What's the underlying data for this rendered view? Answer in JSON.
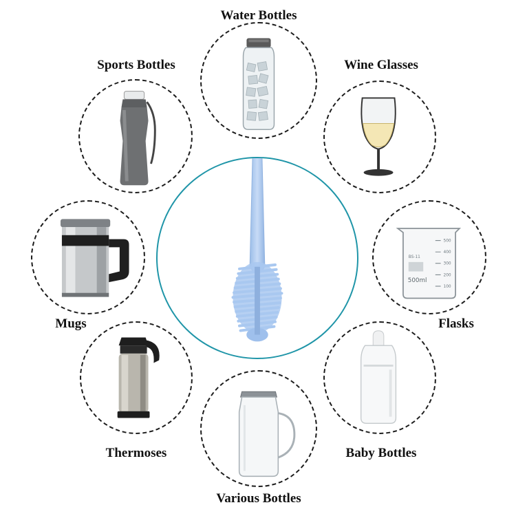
{
  "center": {
    "item": "blue silicone bottle brush",
    "icon": "bottle-brush-icon",
    "accent": "#1f95a8",
    "brush_color": "#a9c8f0"
  },
  "items": [
    {
      "label": "Water Bottles",
      "icon": "water-bottle-icon"
    },
    {
      "label": "Wine Glasses",
      "icon": "wine-glass-icon"
    },
    {
      "label": "Flasks",
      "icon": "beaker-flask-icon"
    },
    {
      "label": "Baby Bottles",
      "icon": "baby-bottle-icon"
    },
    {
      "label": "Various Bottles",
      "icon": "glass-pitcher-icon"
    },
    {
      "label": "Thermoses",
      "icon": "thermos-icon"
    },
    {
      "label": "Mugs",
      "icon": "travel-mug-icon"
    },
    {
      "label": "Sports Bottles",
      "icon": "sports-bottle-icon"
    }
  ],
  "beaker_marks": {
    "brand": "BS-11",
    "volume": "500ml",
    "scale": [
      "500",
      "400",
      "300",
      "200",
      "100"
    ]
  }
}
